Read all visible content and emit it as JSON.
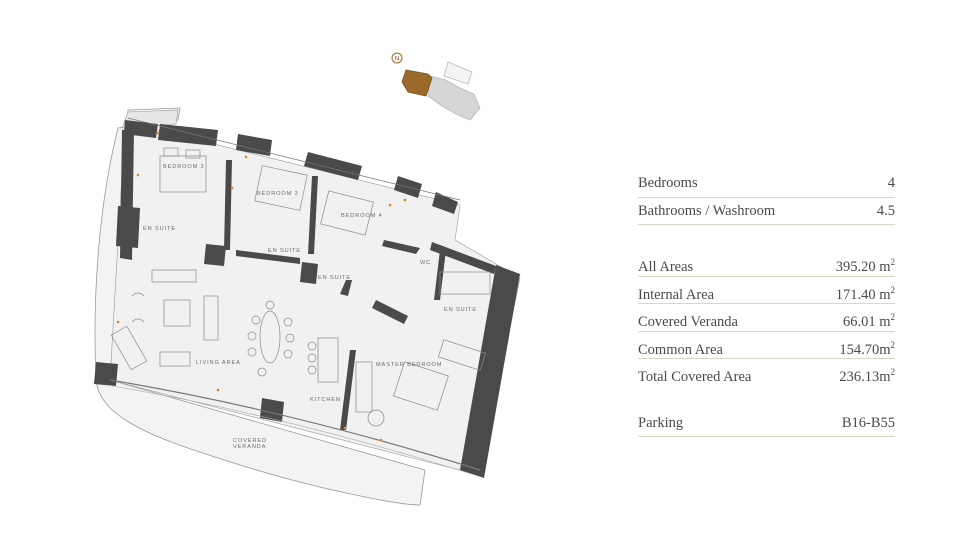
{
  "compass": {
    "label": "N",
    "icon": "north-compass-icon"
  },
  "key_plan": {
    "highlight_color": "#9a6a2a",
    "base_color": "#d4d4d4"
  },
  "floor_plan": {
    "wall_color": "#4a4a4a",
    "floor_color": "#f1f1f1",
    "rooms": {
      "bedroom2": "BEDROOM 2",
      "bedroom3": "BEDROOM 3",
      "bedroom4": "BEDROOM 4",
      "ensuite1": "EN SUITE",
      "ensuite2": "EN SUITE",
      "ensuite3": "EN SUITE",
      "ensuite_master": "EN SUITE",
      "wc": "WC",
      "living": "LIVING AREA",
      "kitchen": "KITCHEN",
      "master": "MASTER BEDROOM",
      "veranda1": "COVERED",
      "veranda2": "VERANDA"
    }
  },
  "specs": {
    "rooms": [
      {
        "label": "Bedrooms",
        "value": "4"
      },
      {
        "label": "Bathrooms / Washroom",
        "value": "4.5"
      }
    ],
    "areas": [
      {
        "label": "All Areas",
        "value": "395.20 m",
        "unit_sup": "2"
      },
      {
        "label": "Internal Area",
        "value": "171.40 m",
        "unit_sup": "2"
      },
      {
        "label": "Covered Veranda",
        "value": "66.01 m",
        "unit_sup": "2"
      },
      {
        "label": "Common Area",
        "value": "154.70m",
        "unit_sup": "2"
      },
      {
        "label": "Total Covered Area",
        "value": "236.13m",
        "unit_sup": "2"
      }
    ],
    "parking": [
      {
        "label": "Parking",
        "value": "B16-B55"
      }
    ],
    "divider_color": "#d6d9c4",
    "text_color": "#4a4a4a"
  }
}
